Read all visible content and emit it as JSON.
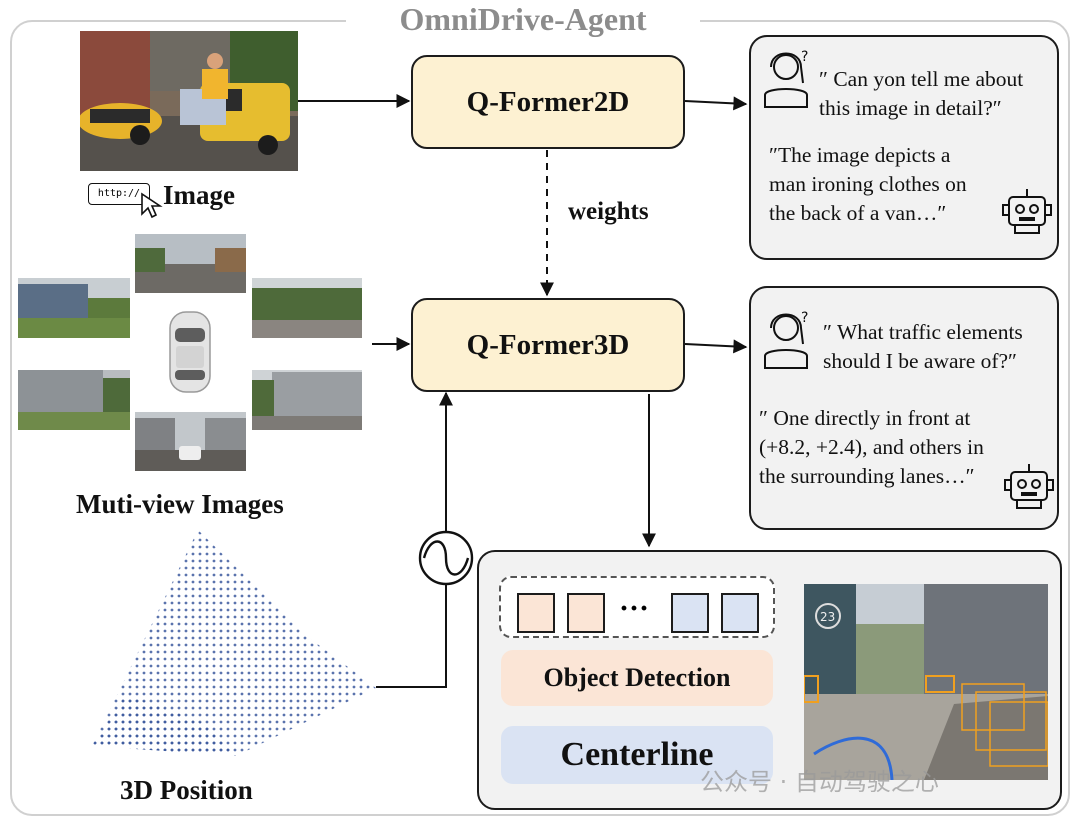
{
  "title": "OmniDrive-Agent",
  "qformer2d": "Q-Former2D",
  "qformer3d": "Q-Former3D",
  "weights_label": "weights",
  "image_label": "Image",
  "http_label": "http://",
  "multiview_label": "Muti-view Images",
  "position_label": "3D Position",
  "chat1": {
    "question": [
      "″ Can yon tell me about",
      "this image in detail?″"
    ],
    "answer": [
      "″The image depicts a",
      "man ironing clothes on",
      "the back of a van…″"
    ]
  },
  "chat2": {
    "question": [
      "″ What traffic elements",
      "should I be aware of?″"
    ],
    "answer": [
      "″ One directly in front at",
      "(+8.2, +2.4), and others in",
      "the surrounding lanes…″"
    ]
  },
  "detection": {
    "ellipsis": "···",
    "object_detection": "Object Detection",
    "centerline": "Centerline",
    "sign_number": "23"
  },
  "watermark": "公众号 · 自动驾驶之心",
  "colors": {
    "qformer_fill": "#fdf1d2",
    "chat_fill": "#f2f2f2",
    "object_detection_fill": "#fbe5d6",
    "centerline_fill": "#dae3f3",
    "title_gray": "#8c8c8c"
  }
}
